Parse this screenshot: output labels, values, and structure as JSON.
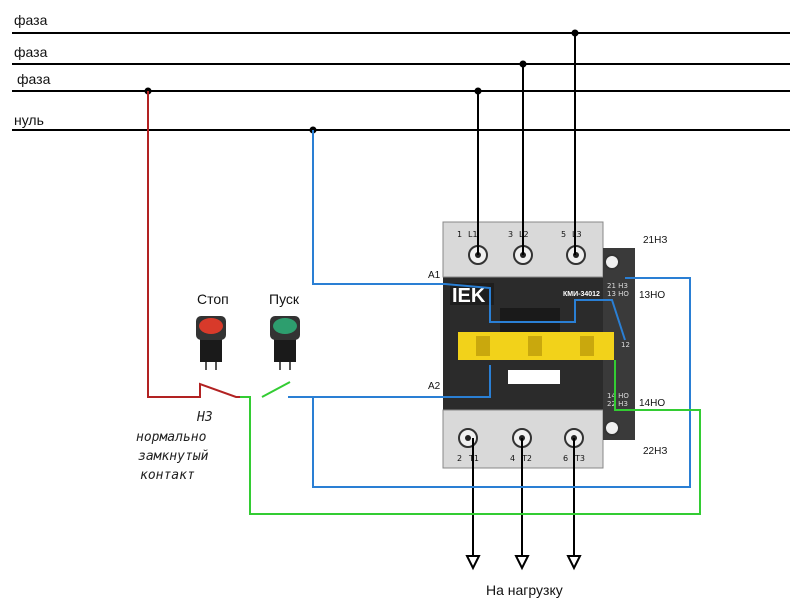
{
  "buses": {
    "phase1_label": "фаза",
    "phase2_label": "фаза",
    "phase3_label": "фаза",
    "neutral_label": "нуль"
  },
  "buttons": {
    "stop_label": "Стоп",
    "start_label": "Пуск"
  },
  "contactor": {
    "brand": "IEK",
    "model": "КМИ-34012",
    "top_terminals": [
      "1",
      "L1",
      "3",
      "L2",
      "5",
      "L3"
    ],
    "bottom_terminals": [
      "2",
      "T1",
      "4",
      "T2",
      "6",
      "T3"
    ],
    "aux_top": "21 НЗ\n13 НО",
    "aux_bottom": "14 НО\n22 НЗ",
    "aux_mid": "12"
  },
  "coil": {
    "a1_label": "А1",
    "a2_label": "А2"
  },
  "aux_labels": {
    "nc_21": "21НЗ",
    "no_13": "13НО",
    "no_14": "14НО",
    "nc_22": "22НЗ"
  },
  "annotation": {
    "nc_short": "НЗ",
    "nc_line1": "нормально",
    "nc_line2": "замкнутый",
    "nc_line3": "контакт"
  },
  "load_label": "На нагрузку",
  "colors": {
    "red_wire": "#b22222",
    "blue_wire": "#2a7fd4",
    "green_wire": "#33cc33",
    "bus": "#000000",
    "contactor_body": "#2b2b2b",
    "contactor_grey": "#d9d9d9",
    "yellow": "#f2d21a",
    "stop_button": "#d83a2a",
    "start_button": "#2d9e6e"
  }
}
